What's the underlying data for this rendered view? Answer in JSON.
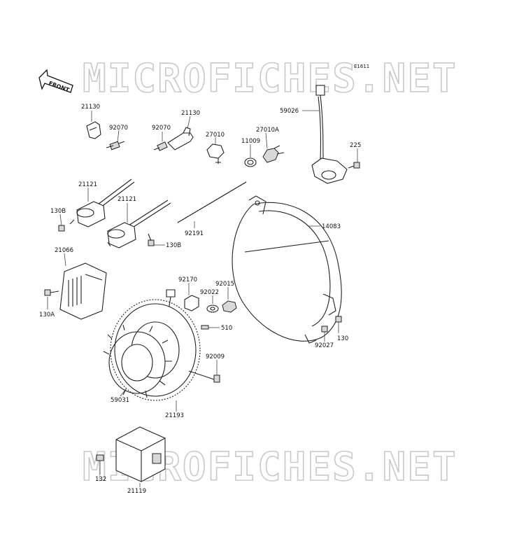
{
  "diagram": {
    "code": "E1611",
    "front_label": "FRONT",
    "watermark": "MICROFICHES.NET"
  },
  "parts": [
    {
      "id": "p21130a",
      "label": "21130"
    },
    {
      "id": "p92070a",
      "label": "92070"
    },
    {
      "id": "p92070b",
      "label": "92070"
    },
    {
      "id": "p21130b",
      "label": "21130"
    },
    {
      "id": "p27010",
      "label": "27010"
    },
    {
      "id": "p11009",
      "label": "11009"
    },
    {
      "id": "p27010a",
      "label": "27010A"
    },
    {
      "id": "p59026",
      "label": "59026"
    },
    {
      "id": "p225",
      "label": "225"
    },
    {
      "id": "p21121a",
      "label": "21121"
    },
    {
      "id": "p21121b",
      "label": "21121"
    },
    {
      "id": "p130ba",
      "label": "130B"
    },
    {
      "id": "p130bb",
      "label": "130B"
    },
    {
      "id": "p92191",
      "label": "92191"
    },
    {
      "id": "p14083",
      "label": "14083"
    },
    {
      "id": "p21066",
      "label": "21066"
    },
    {
      "id": "p130a",
      "label": "130A"
    },
    {
      "id": "p92170",
      "label": "92170"
    },
    {
      "id": "p92022",
      "label": "92022"
    },
    {
      "id": "p92015",
      "label": "92015"
    },
    {
      "id": "p510",
      "label": "510"
    },
    {
      "id": "p92027",
      "label": "92027"
    },
    {
      "id": "p130",
      "label": "130"
    },
    {
      "id": "p92009",
      "label": "92009"
    },
    {
      "id": "p59031",
      "label": "59031"
    },
    {
      "id": "p21193",
      "label": "21193"
    },
    {
      "id": "p132",
      "label": "132"
    },
    {
      "id": "p21119",
      "label": "21119"
    }
  ]
}
